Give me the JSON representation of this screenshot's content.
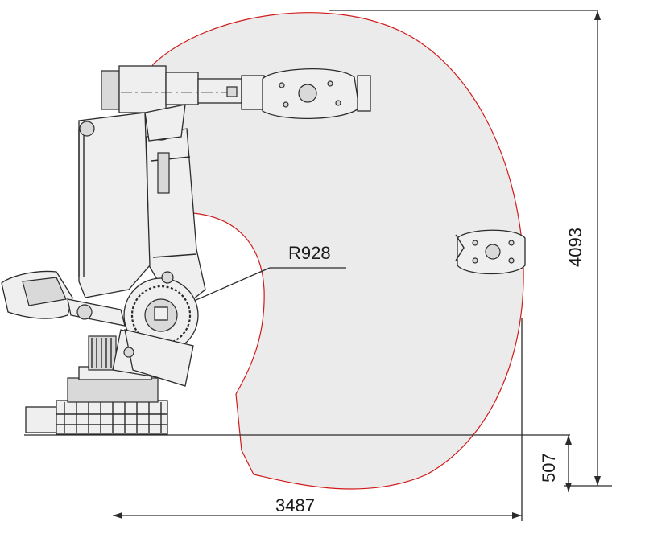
{
  "labels": {
    "radius": "R928",
    "height": "4093",
    "depth": "507",
    "reach": "3487"
  },
  "colors": {
    "envelope_fill": "#ebebeb",
    "envelope_stroke": "#d11a1a",
    "line": "#2b2b2b",
    "text": "#1a1a1a"
  }
}
